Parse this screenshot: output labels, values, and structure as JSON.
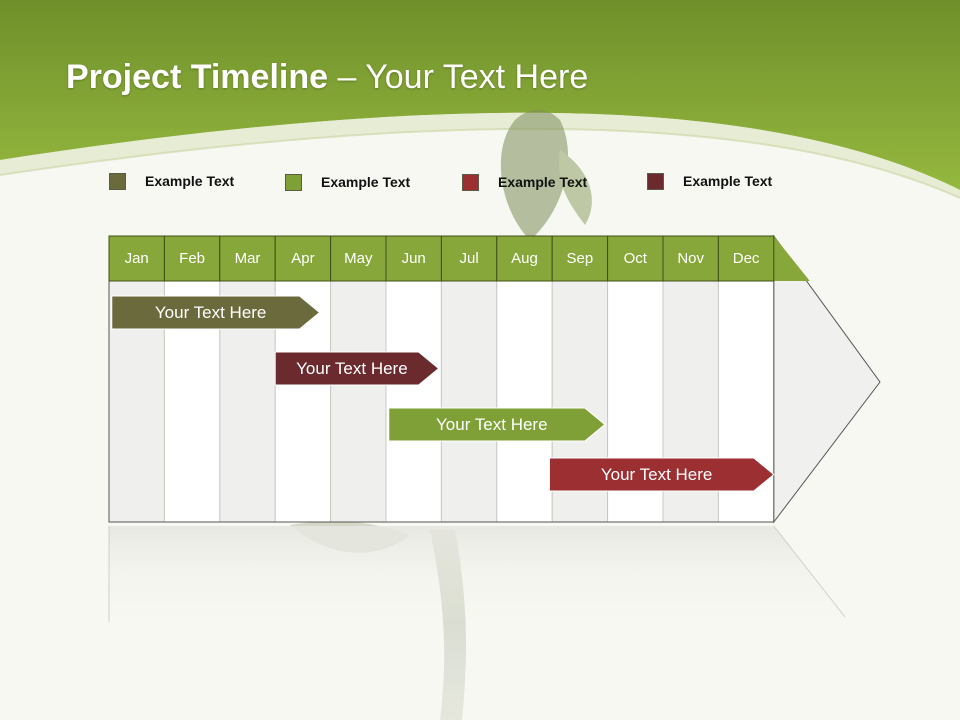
{
  "slide": {
    "title_bold": "Project Timeline",
    "title_rest": " – Your Text Here"
  },
  "colors": {
    "olive": "#6b6a3c",
    "green": "#7fa036",
    "red": "#9b2f31",
    "maroon": "#6b2b2e",
    "header_green": "#87a73a"
  },
  "legend": [
    {
      "label": "Example Text",
      "color": "#6b6a3c"
    },
    {
      "label": "Example Text",
      "color": "#7fa036"
    },
    {
      "label": "Example Text",
      "color": "#9b2f31"
    },
    {
      "label": "Example Text",
      "color": "#6b2b2e"
    }
  ],
  "months": [
    "Jan",
    "Feb",
    "Mar",
    "Apr",
    "May",
    "Jun",
    "Jul",
    "Aug",
    "Sep",
    "Oct",
    "Nov",
    "Dec"
  ],
  "bars": [
    {
      "label": "Your  Text Here",
      "start": 0.05,
      "end": 3.8,
      "color": "#6b6a3c"
    },
    {
      "label": "Your  Text Here",
      "start": 3.0,
      "end": 5.95,
      "color": "#6b2b2e"
    },
    {
      "label": "Your  Text Here",
      "start": 5.05,
      "end": 8.95,
      "color": "#7fa036"
    },
    {
      "label": "Your  Text Here",
      "start": 7.95,
      "end": 12.0,
      "color": "#9b2f31"
    }
  ]
}
